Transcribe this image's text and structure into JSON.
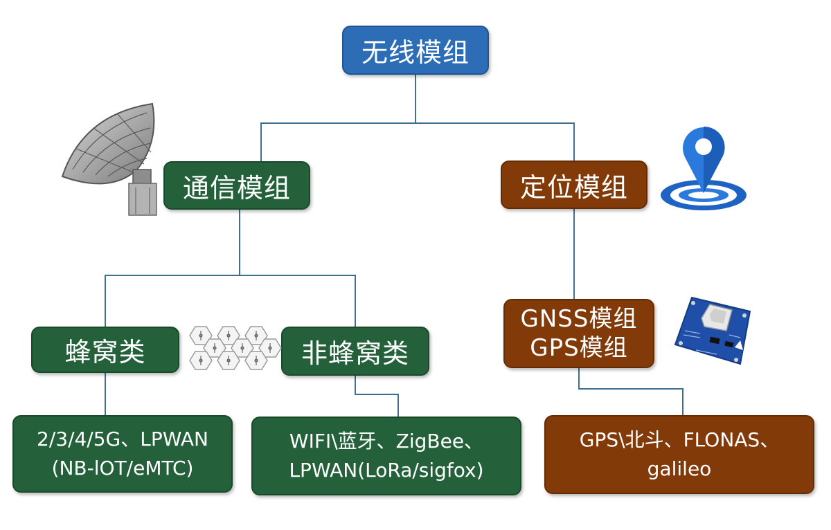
{
  "colors": {
    "root": "#2d6db5",
    "communication": "#24613b",
    "positioning": "#833a09",
    "connector": "#3e6f8e"
  },
  "root": {
    "label": "无线模组"
  },
  "communication": {
    "label": "通信模组",
    "icon": "satellite-dish-icon",
    "cellular": {
      "label": "蜂窝类",
      "detail_line1": "2/3/4/5G、LPWAN",
      "detail_line2": "(NB-lOT/eMTC)"
    },
    "non_cellular": {
      "label": "非蜂窝类",
      "detail_line1": "WIFI\\蓝牙、ZigBee、",
      "detail_line2": "LPWAN(LoRa/sigfox)"
    },
    "separator_icon": "hexagon-antenna-array-icon"
  },
  "positioning": {
    "label": "定位模组",
    "icon": "location-pin-icon",
    "gnss": {
      "line1": "GNSS模组",
      "line2": "GPS模组",
      "icon": "gnss-circuit-board-icon"
    },
    "systems": {
      "line1": "GPS\\北斗、FLONAS、",
      "line2": "galileo"
    }
  }
}
